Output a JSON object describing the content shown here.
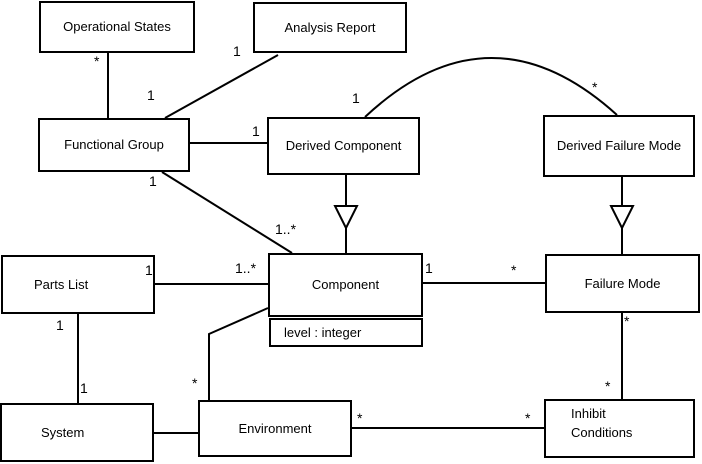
{
  "diagram": {
    "type": "uml-class-diagram",
    "colors": {
      "background": "#ffffff",
      "box_fill": "#ffffff",
      "line": "#000000",
      "text": "#000000"
    },
    "classes": [
      {
        "name": "Operational States"
      },
      {
        "name": "Analysis Report"
      },
      {
        "name": "Functional Group"
      },
      {
        "name": "Derived Component"
      },
      {
        "name": "Derived Failure Mode"
      },
      {
        "name": "Component",
        "attributes": [
          "level : integer"
        ]
      },
      {
        "name": "Parts List"
      },
      {
        "name": "Failure Mode"
      },
      {
        "name": "System"
      },
      {
        "name": "Environment"
      },
      {
        "name": "Inhibit Conditions"
      }
    ],
    "multiplicities": [
      {
        "text": "*"
      },
      {
        "text": "1"
      },
      {
        "text": "1"
      },
      {
        "text": "1"
      },
      {
        "text": "1"
      },
      {
        "text": "*"
      },
      {
        "text": "1"
      },
      {
        "text": "1..*"
      },
      {
        "text": "1"
      },
      {
        "text": "1..*"
      },
      {
        "text": "1"
      },
      {
        "text": "*"
      },
      {
        "text": "1"
      },
      {
        "text": "1"
      },
      {
        "text": "*"
      },
      {
        "text": "*"
      },
      {
        "text": "*"
      },
      {
        "text": "*"
      },
      {
        "text": "*"
      }
    ],
    "relationships": [
      {
        "from": "Operational States",
        "to": "Functional Group",
        "type": "association",
        "from_label": "*",
        "to_label": ""
      },
      {
        "from": "Analysis Report",
        "to": "Functional Group",
        "type": "association",
        "from_label": "1",
        "to_label": "1"
      },
      {
        "from": "Functional Group",
        "to": "Derived Component",
        "type": "association",
        "from_label": "",
        "to_label": "1"
      },
      {
        "from": "Derived Component",
        "to": "Derived Failure Mode",
        "type": "association-arc",
        "from_label": "1",
        "to_label": "*"
      },
      {
        "from": "Functional Group",
        "to": "Component",
        "type": "association",
        "from_label": "1",
        "to_label": "1..*"
      },
      {
        "from": "Parts List",
        "to": "Component",
        "type": "association",
        "from_label": "1",
        "to_label": "1..*"
      },
      {
        "from": "Component",
        "to": "Failure Mode",
        "type": "association",
        "from_label": "1",
        "to_label": "*"
      },
      {
        "from": "Parts List",
        "to": "System",
        "type": "association",
        "from_label": "1",
        "to_label": "1"
      },
      {
        "from": "System",
        "to": "Environment",
        "type": "association",
        "from_label": "",
        "to_label": ""
      },
      {
        "from": "Component",
        "to": "Environment",
        "type": "association",
        "from_label": "",
        "to_label": "*"
      },
      {
        "from": "Environment",
        "to": "Inhibit Conditions",
        "type": "association",
        "from_label": "*",
        "to_label": "*"
      },
      {
        "from": "Failure Mode",
        "to": "Inhibit Conditions",
        "type": "association",
        "from_label": "*",
        "to_label": "*"
      },
      {
        "from": "Derived Component",
        "to": "Component",
        "type": "generalization"
      },
      {
        "from": "Derived Failure Mode",
        "to": "Failure Mode",
        "type": "generalization"
      }
    ]
  }
}
